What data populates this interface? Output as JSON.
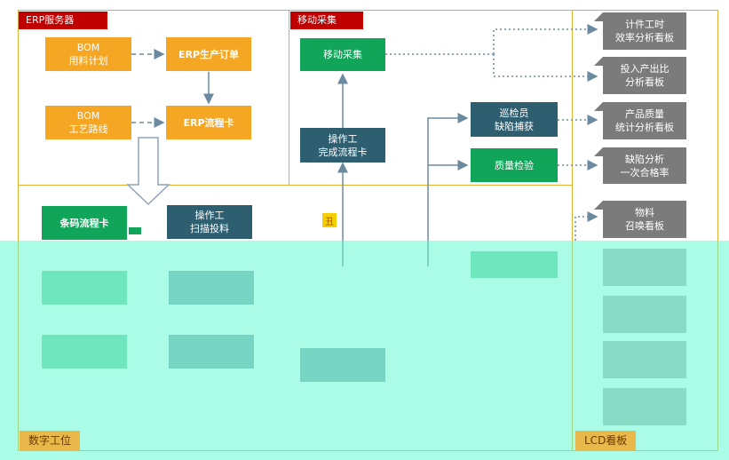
{
  "regions": {
    "erp": "ERP服务器",
    "mobile": "移动采集",
    "workstation": "数字工位",
    "lcd": "LCD看板"
  },
  "nodes": {
    "bom_plan": "BOM\n用料计划",
    "erp_order": "ERP生产订单",
    "bom_route": "BOM\n工艺路线",
    "erp_card": "ERP流程卡",
    "mobile_collect": "移动采集",
    "operator_complete": "操作工\n完成流程卡",
    "inspector": "巡检员\n缺陷捕获",
    "quality_check": "质量检验",
    "barcode_card": "条码流程卡",
    "operator_scan": "操作工\n扫描投料",
    "marker": "丑"
  },
  "boards": [
    "计件工时\n效率分析看板",
    "投入产出比\n分析看板",
    "产品质量\n统计分析看板",
    "缺陷分析\n一次合格率",
    "物料\n召唤看板"
  ],
  "colors": {
    "region_border": "#e0b030",
    "tag_red": "#c00000",
    "orange": "#f5a623",
    "green": "#11a55a",
    "teal": "#2e5f70",
    "grey": "#7b7b7b",
    "noise": "#64fad2"
  }
}
